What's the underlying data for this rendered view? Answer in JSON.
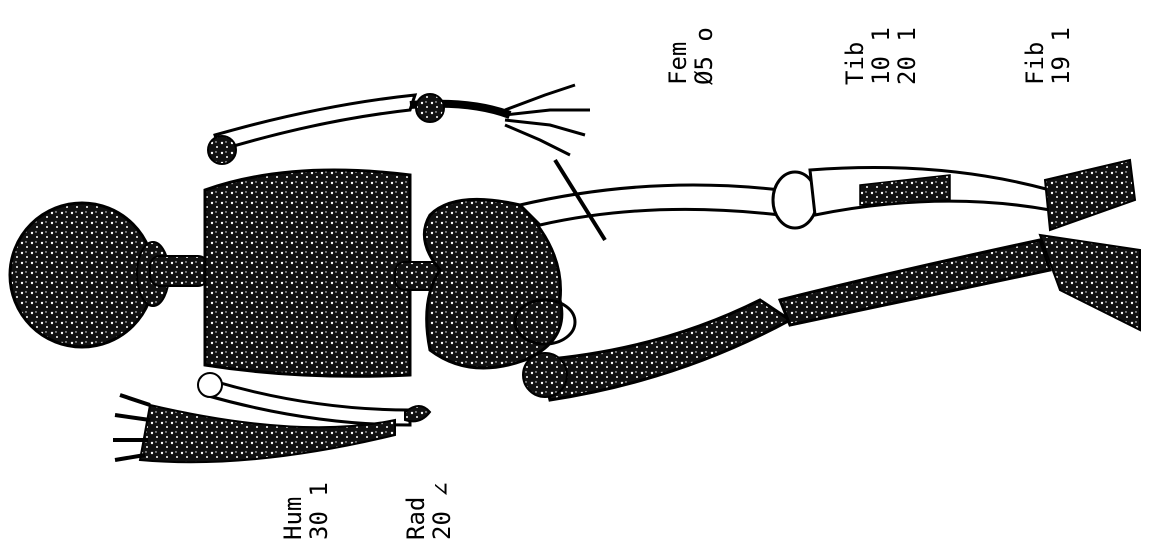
{
  "labels": {
    "hum": {
      "name": "Hum",
      "value": "30 1"
    },
    "rad": {
      "name": "Rad",
      "value": "20 ∠"
    },
    "fem": {
      "name": "Fem",
      "value": "Ø5 o"
    },
    "tib": {
      "name": "Tib",
      "value1": "10 1",
      "value2": "20 1"
    },
    "fib": {
      "name": "Fib",
      "value": "19 1"
    }
  },
  "colors": {
    "ink": "#000000",
    "bone": "#ffffff",
    "shade": "#1a1a1a"
  }
}
